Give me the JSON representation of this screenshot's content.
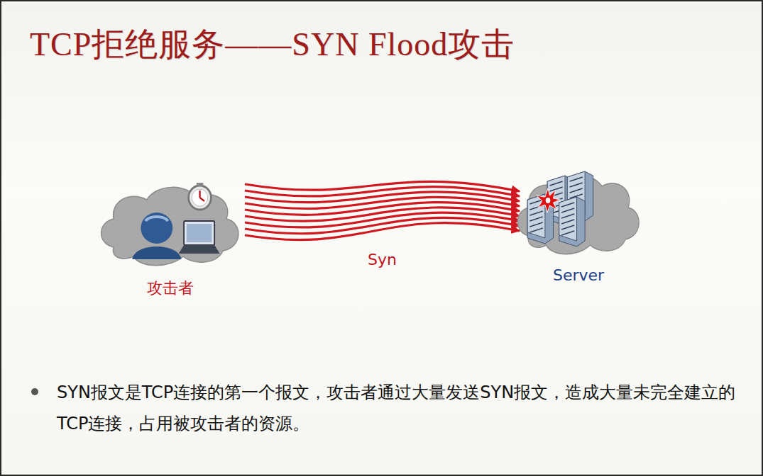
{
  "diagram": {
    "title": "TCP拒绝服务——SYN Flood攻击",
    "nodes": [
      {
        "text": [
          "攻击者"
        ]
      },
      {
        "text": [
          "Server"
        ]
      }
    ],
    "edges": [
      {
        "from": 0,
        "to": 1,
        "arrow": "to",
        "label": "Syn"
      }
    ],
    "labels": [
      "SYN报文是TCP连接的第一个报文，攻击者通过大量发送SYN报文，造成大量未完全建立的TCP连接，占用被攻击者的资源。"
    ]
  }
}
